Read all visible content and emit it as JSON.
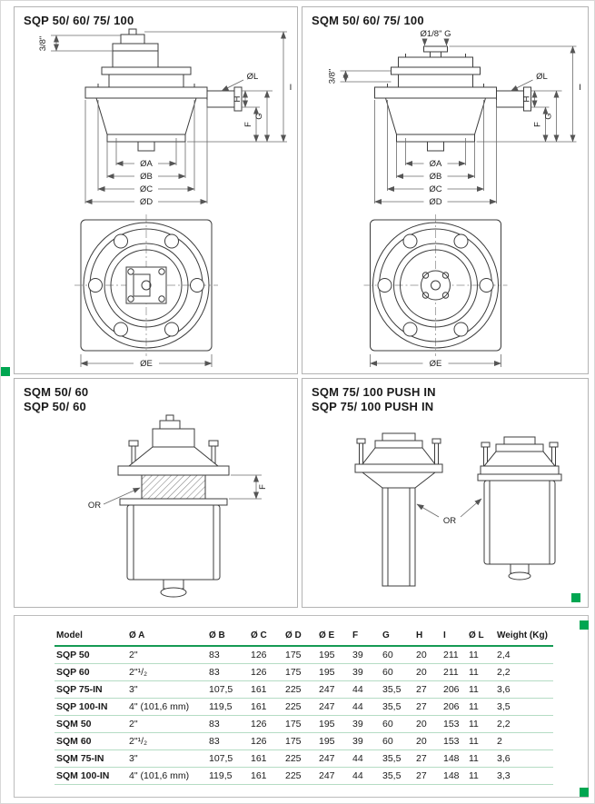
{
  "colors": {
    "accent_green": "#00a651",
    "table_header_rule": "#169a54",
    "table_row_rule": "#b5dcc4",
    "line": "#3c3c3c"
  },
  "panels": {
    "tl": {
      "title": "SQP 50/ 60/ 75/ 100",
      "dims": {
        "thread": "3/8\"",
        "oL": "ØL",
        "oA": "ØA",
        "oB": "ØB",
        "oC": "ØC",
        "oD": "ØD",
        "oE": "ØE",
        "f": "F",
        "g": "G",
        "h": "H",
        "i": "I"
      }
    },
    "tr": {
      "title": "SQM 50/ 60/ 75/ 100",
      "pilot": "Ø1/8\" G",
      "dims": {
        "thread": "3/8\"",
        "oL": "ØL",
        "oA": "ØA",
        "oB": "ØB",
        "oC": "ØC",
        "oD": "ØD",
        "oE": "ØE",
        "f": "F",
        "g": "G",
        "h": "H",
        "i": "I"
      }
    },
    "ml": {
      "title1": "SQM 50/ 60",
      "title2": "SQP  50/ 60",
      "or_label": "OR",
      "f": "F"
    },
    "mr": {
      "title1": "SQM 75/ 100 PUSH IN",
      "title2": "SQP 75/ 100 PUSH IN",
      "or_label": "OR"
    }
  },
  "table": {
    "headers": [
      "Model",
      "Ø A",
      "Ø B",
      "Ø C",
      "Ø D",
      "Ø E",
      "F",
      "G",
      "H",
      "I",
      "Ø L",
      "Weight (Kg)"
    ],
    "rows": [
      [
        "SQP 50",
        "2\"",
        "83",
        "126",
        "175",
        "195",
        "39",
        "60",
        "20",
        "211",
        "11",
        "2,4"
      ],
      [
        "SQP 60",
        "2\"¹/₂",
        "83",
        "126",
        "175",
        "195",
        "39",
        "60",
        "20",
        "211",
        "11",
        "2,2"
      ],
      [
        "SQP 75-IN",
        "3\"",
        "107,5",
        "161",
        "225",
        "247",
        "44",
        "35,5",
        "27",
        "206",
        "11",
        "3,6"
      ],
      [
        "SQP 100-IN",
        "4\" (101,6 mm)",
        "119,5",
        "161",
        "225",
        "247",
        "44",
        "35,5",
        "27",
        "206",
        "11",
        "3,5"
      ],
      [
        "SQM 50",
        "2\"",
        "83",
        "126",
        "175",
        "195",
        "39",
        "60",
        "20",
        "153",
        "11",
        "2,2"
      ],
      [
        "SQM 60",
        "2\"¹/₂",
        "83",
        "126",
        "175",
        "195",
        "39",
        "60",
        "20",
        "153",
        "11",
        "2"
      ],
      [
        "SQM 75-IN",
        "3\"",
        "107,5",
        "161",
        "225",
        "247",
        "44",
        "35,5",
        "27",
        "148",
        "11",
        "3,6"
      ],
      [
        "SQM 100-IN",
        "4\" (101,6 mm)",
        "119,5",
        "161",
        "225",
        "247",
        "44",
        "35,5",
        "27",
        "148",
        "11",
        "3,3"
      ]
    ]
  }
}
